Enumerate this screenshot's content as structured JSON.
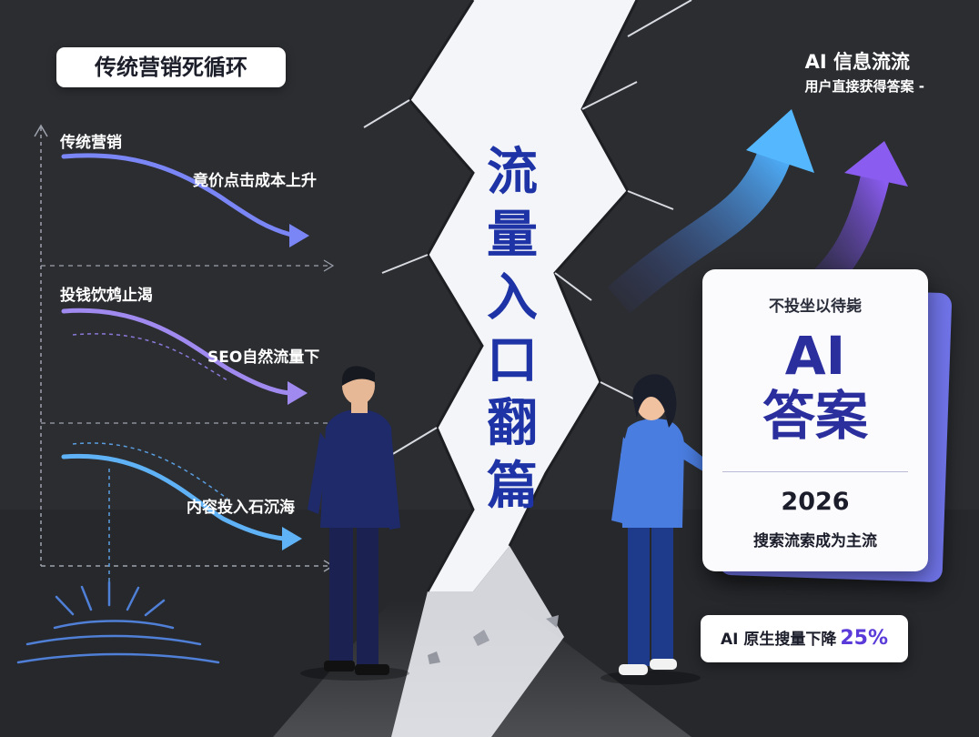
{
  "title_pill": "传统营销死循环",
  "left_chart": {
    "items": [
      {
        "label": "传统营销",
        "note": "竟价点击成本上升"
      },
      {
        "label": "投钱饮鸩止渴",
        "note": "SEO自然流量下"
      },
      {
        "label": "内容投入石沉海"
      }
    ]
  },
  "headline_vertical": [
    "流",
    "量",
    "入",
    "口",
    "翻",
    "篇"
  ],
  "right_header": {
    "title": "AI 信息流流",
    "subtitle": "用户直接获得答案 -"
  },
  "card": {
    "subtitle": "不投坐以待毙",
    "headline_line1": "AI",
    "headline_line2": "答案",
    "year": "2026",
    "trend": "搜索流索成为主流"
  },
  "badge": {
    "text": "AI 原生搜量下降",
    "percent": "25%"
  },
  "colors": {
    "background": "#2b2d31",
    "headline": "#1e34a6",
    "card_accent": "#6f73e6",
    "arrow_blue": "#4fa8ff",
    "arrow_purple": "#7a55e0"
  }
}
